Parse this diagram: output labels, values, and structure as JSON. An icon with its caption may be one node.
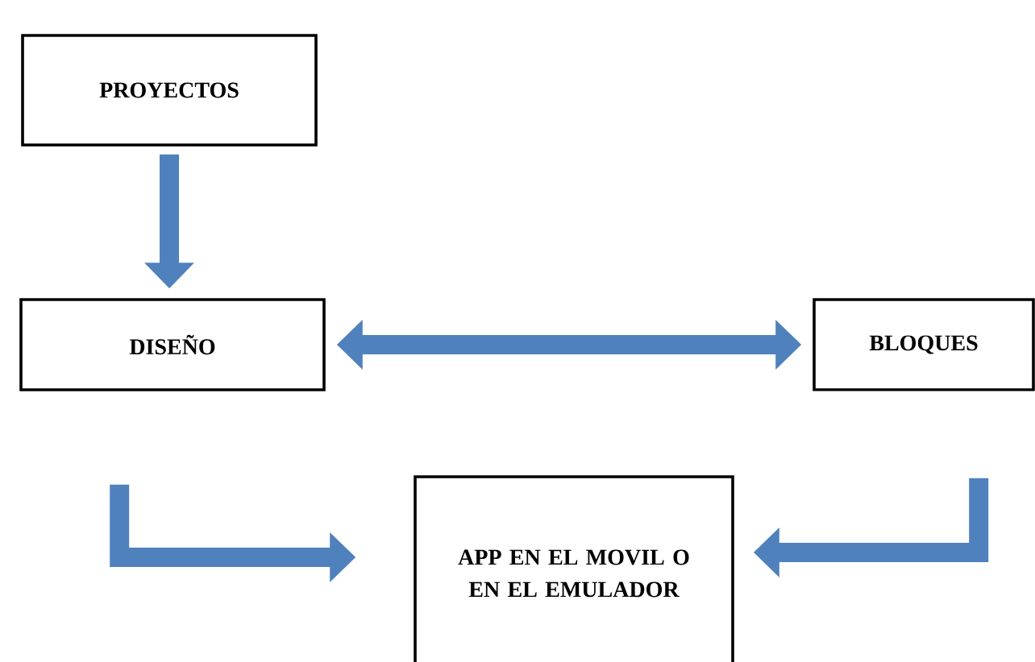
{
  "diagram": {
    "nodes": [
      {
        "text": [
          "PROYECTOS"
        ]
      },
      {
        "text": [
          "DISEÑO"
        ]
      },
      {
        "text": [
          "BLOQUES"
        ]
      },
      {
        "text": [
          "APP EN EL MOVIL O EN EL EMULADOR"
        ]
      }
    ],
    "edges": [
      {
        "from": 0,
        "to": 1,
        "arrow": "to"
      },
      {
        "from": 1,
        "to": 2,
        "arrow": "both"
      },
      {
        "from": 1,
        "to": 3,
        "arrow": "to"
      },
      {
        "from": 2,
        "to": 3,
        "arrow": "to"
      }
    ]
  }
}
